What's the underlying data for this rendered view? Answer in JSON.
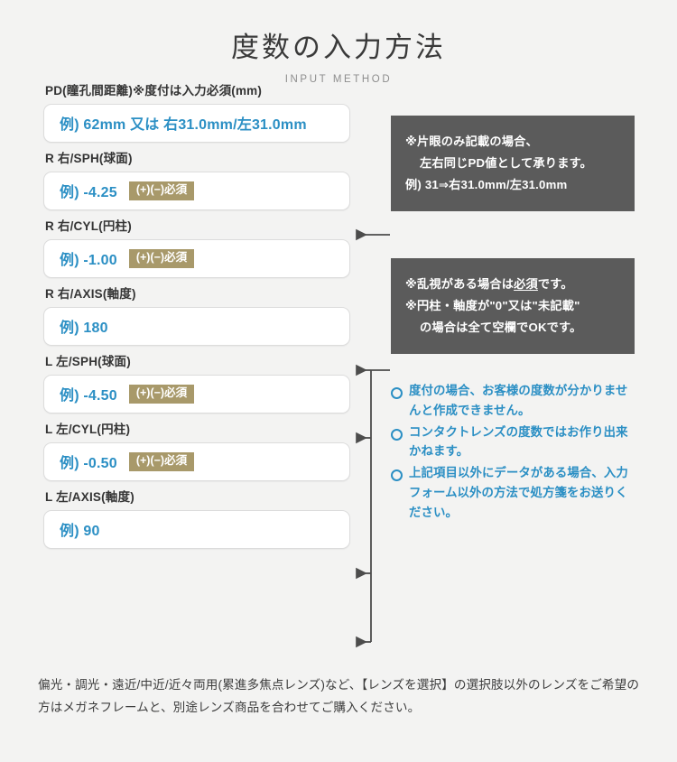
{
  "header": {
    "title": "度数の入力方法",
    "subtitle": "INPUT METHOD"
  },
  "colors": {
    "background": "#f3f3f2",
    "accent_blue": "#2b8fc4",
    "badge_khaki": "#a8996a",
    "callout_gray": "#5b5b5b",
    "text_dark": "#3c3c3c"
  },
  "fields": [
    {
      "label": "PD(瞳孔間距離)※度付は入力必須(mm)",
      "value": "例) 62mm 又は 右31.0mm/左31.0mm",
      "badge": null
    },
    {
      "label": "R 右/SPH(球面)",
      "value": "例) -4.25",
      "badge": "(+)(−)必須"
    },
    {
      "label": "R 右/CYL(円柱)",
      "value": "例) -1.00",
      "badge": "(+)(−)必須"
    },
    {
      "label": "R 右/AXIS(軸度)",
      "value": "例) 180",
      "badge": null
    },
    {
      "label": "L 左/SPH(球面)",
      "value": "例) -4.50",
      "badge": "(+)(−)必須"
    },
    {
      "label": "L 左/CYL(円柱)",
      "value": "例) -0.50",
      "badge": "(+)(−)必須"
    },
    {
      "label": "L 左/AXIS(軸度)",
      "value": "例) 90",
      "badge": null
    }
  ],
  "callouts": [
    {
      "lines": [
        {
          "text": "※片眼のみ記載の場合、",
          "indent": false
        },
        {
          "text": "左右同じPD値として承ります。",
          "indent": true
        },
        {
          "text": "例) 31⇒右31.0mm/左31.0mm",
          "indent": false
        }
      ]
    },
    {
      "lines": [
        {
          "text": "※乱視がある場合は必須です。",
          "indent": false
        },
        {
          "text": "※円柱・軸度が\"0\"又は\"未記載\"",
          "indent": false
        },
        {
          "text": "の場合は全て空欄でOKです。",
          "indent": true
        }
      ]
    }
  ],
  "notes": [
    "度付の場合、お客様の度数が分かりませんと作成できません。",
    "コンタクトレンズの度数ではお作り出来かねます。",
    "上記項目以外にデータがある場合、入力フォーム以外の方法で処方箋をお送りください。"
  ],
  "footer": {
    "text": "偏光・調光・遠近/中近/近々両用(累進多焦点レンズ)など、【レンズを選択】の選択肢以外のレンズをご希望の方はメガネフレームと、別途レンズ商品を合わせてご購入ください。"
  }
}
